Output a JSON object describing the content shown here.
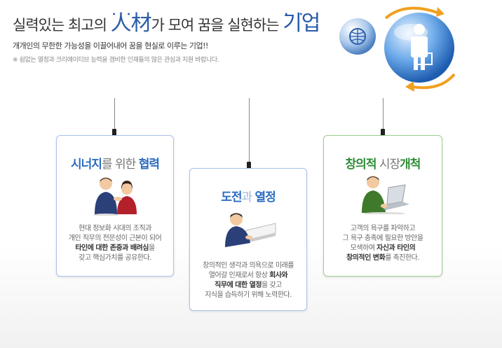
{
  "header": {
    "headline_pre": "실력있는 최고의 ",
    "headline_accent": "人材",
    "headline_mid": "가 모여 ",
    "headline_dream": "꿈",
    "headline_mid2": "을 실현하는 ",
    "headline_end": "기업",
    "subtitle": "개개인의 무한한 가능성을 이끌어내어 꿈을 현실로 이루는 기업!!",
    "note": "※  쉼없는 열정과 크리에이티브 능력을 겸비한 인재들의 많은 관심과 지원 바랍니다."
  },
  "cards": [
    {
      "title_a": "시너지",
      "title_b": "를 위한 ",
      "title_c": "협력",
      "lines": [
        "현대 정보화 시대의 조직과",
        "개인 직무의 전문성이 근본이 되어"
      ],
      "bold_line_a": "타인에 대한 존중과 배려심",
      "bold_line_a_tail": "을",
      "last_line": "갖고 핵심가치를 공유한다."
    },
    {
      "title_a": "도전",
      "title_b": "과 ",
      "title_c": "열정",
      "lines": [
        "창의적인 생각과 의욕으로 미래를"
      ],
      "line2_pre": "열어갈 인재로서 항상 ",
      "line2_bold": "회사와",
      "line3_bold": "직무에 대한  열정",
      "line3_tail": "을 갖고",
      "last_line": "지식을 습득하기 위해 노력한다."
    },
    {
      "title_a": "창의적",
      "title_b": " 시장",
      "title_c": "개척",
      "lines": [
        "고객의 욕구를 파악하고",
        "그 욕구 충족에 필요한 방안을"
      ],
      "line3_pre": "모색하여 ",
      "line3_bold": "자신과 타인의",
      "line4_bold": "창의적인 변화",
      "line4_tail": "를 촉진한다."
    }
  ],
  "colors": {
    "blue": "#2d6cc0",
    "green": "#2e8b37",
    "card_border_blue": "#a8c4ea",
    "card_border_green": "#9bd08f"
  }
}
